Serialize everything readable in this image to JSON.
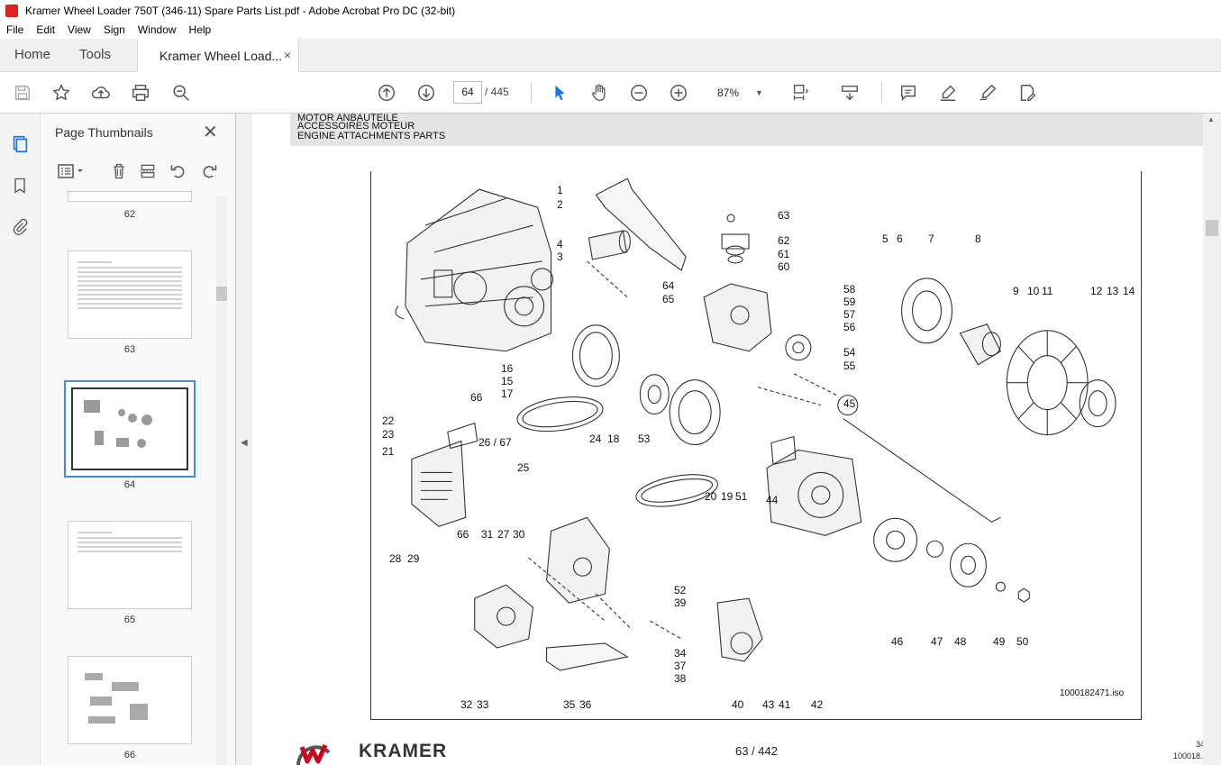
{
  "window": {
    "title": "Kramer Wheel Loader 750T (346-11) Spare Parts List.pdf - Adobe Acrobat Pro DC (32-bit)"
  },
  "menu": [
    "File",
    "Edit",
    "View",
    "Sign",
    "Window",
    "Help"
  ],
  "tabs": {
    "home": "Home",
    "tools": "Tools",
    "document": "Kramer Wheel Load...",
    "close": "×"
  },
  "toolbar": {
    "page_current": "64",
    "page_total": "/ 445",
    "zoom": "87%",
    "zoom_dropdown": "▼"
  },
  "sidepanel": {
    "title": "Page Thumbnails",
    "close": "✕",
    "thumbnails": [
      {
        "num": "62"
      },
      {
        "num": "63"
      },
      {
        "num": "64",
        "selected": true
      },
      {
        "num": "65"
      },
      {
        "num": "66"
      }
    ]
  },
  "document": {
    "header_lines": [
      "MOTOR ANBAUTEILE",
      "ACCESSOIRES MOTEUR",
      "ENGINE ATTACHMENTS PARTS"
    ],
    "drawing_id": "1000182471.iso",
    "part_labels": [
      "1",
      "2",
      "3",
      "4",
      "5",
      "6",
      "7",
      "8",
      "9",
      "10",
      "11",
      "12",
      "13",
      "14",
      "15",
      "16",
      "17",
      "18",
      "19",
      "20",
      "21",
      "22",
      "23",
      "24",
      "25",
      "26 / 67",
      "27",
      "28",
      "29",
      "30",
      "31",
      "32",
      "33",
      "34",
      "35",
      "36",
      "37",
      "38",
      "39",
      "40",
      "41",
      "42",
      "43",
      "44",
      "45",
      "46",
      "47",
      "48",
      "49",
      "50",
      "51",
      "52",
      "53",
      "54",
      "55",
      "56",
      "57",
      "58",
      "59",
      "60",
      "61",
      "62",
      "63",
      "64",
      "65",
      "66",
      "66"
    ],
    "brand": "KRAMER",
    "footer_page": "63 / 442",
    "footer_right_1": "34",
    "footer_right_2": "100018."
  },
  "colors": {
    "accent": "#1a73e8",
    "brand_red": "#d0021b",
    "selection_blue": "#4a8ad4"
  }
}
